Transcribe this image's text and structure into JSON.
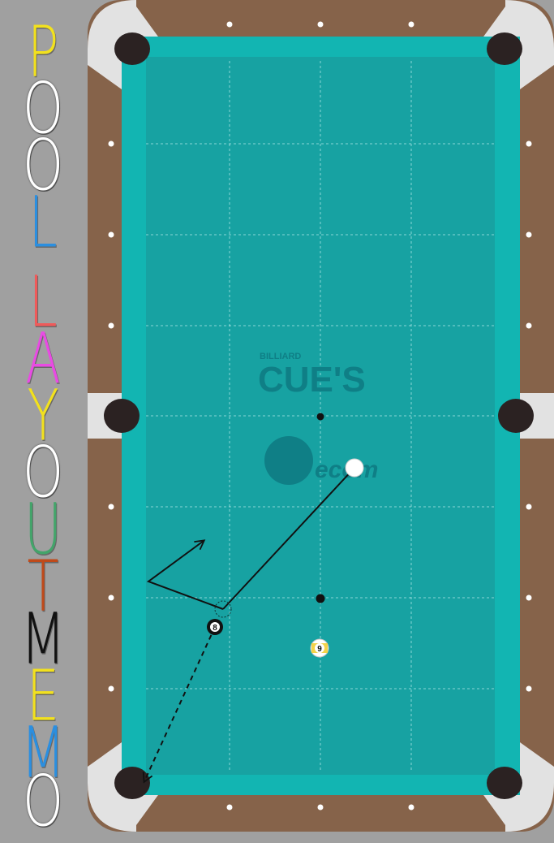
{
  "title": {
    "letters": [
      "P",
      "O",
      "O",
      "L",
      "L",
      "A",
      "Y",
      "O",
      "U",
      "T",
      "M",
      "E",
      "M",
      "O"
    ],
    "colors": [
      "#f2e11e",
      "#ffffff",
      "#ffffff",
      "#2b8fe0",
      "#ef5a5a",
      "#e94be3",
      "#f2e11e",
      "#ffffff",
      "#43a46a",
      "#c04a1a",
      "#111111",
      "#f2e11e",
      "#2b8fe0",
      "#ffffff"
    ]
  },
  "watermark": {
    "small_text": "BILLIARD",
    "big_text": "CUE'S",
    "logo_text": "ecom"
  },
  "balls": {
    "eight": {
      "label": "8",
      "color": "#111111"
    },
    "nine": {
      "label": "9",
      "color": "#f3d24a"
    },
    "cue": {
      "color": "#ffffff"
    }
  },
  "colors": {
    "felt": "#17a2a2",
    "cushion": "#12b5b2",
    "rail_wood": "#86634a",
    "background": "#a0a0a0",
    "corner_pad": "#e2e2e2",
    "pocket": "#2b2222"
  }
}
